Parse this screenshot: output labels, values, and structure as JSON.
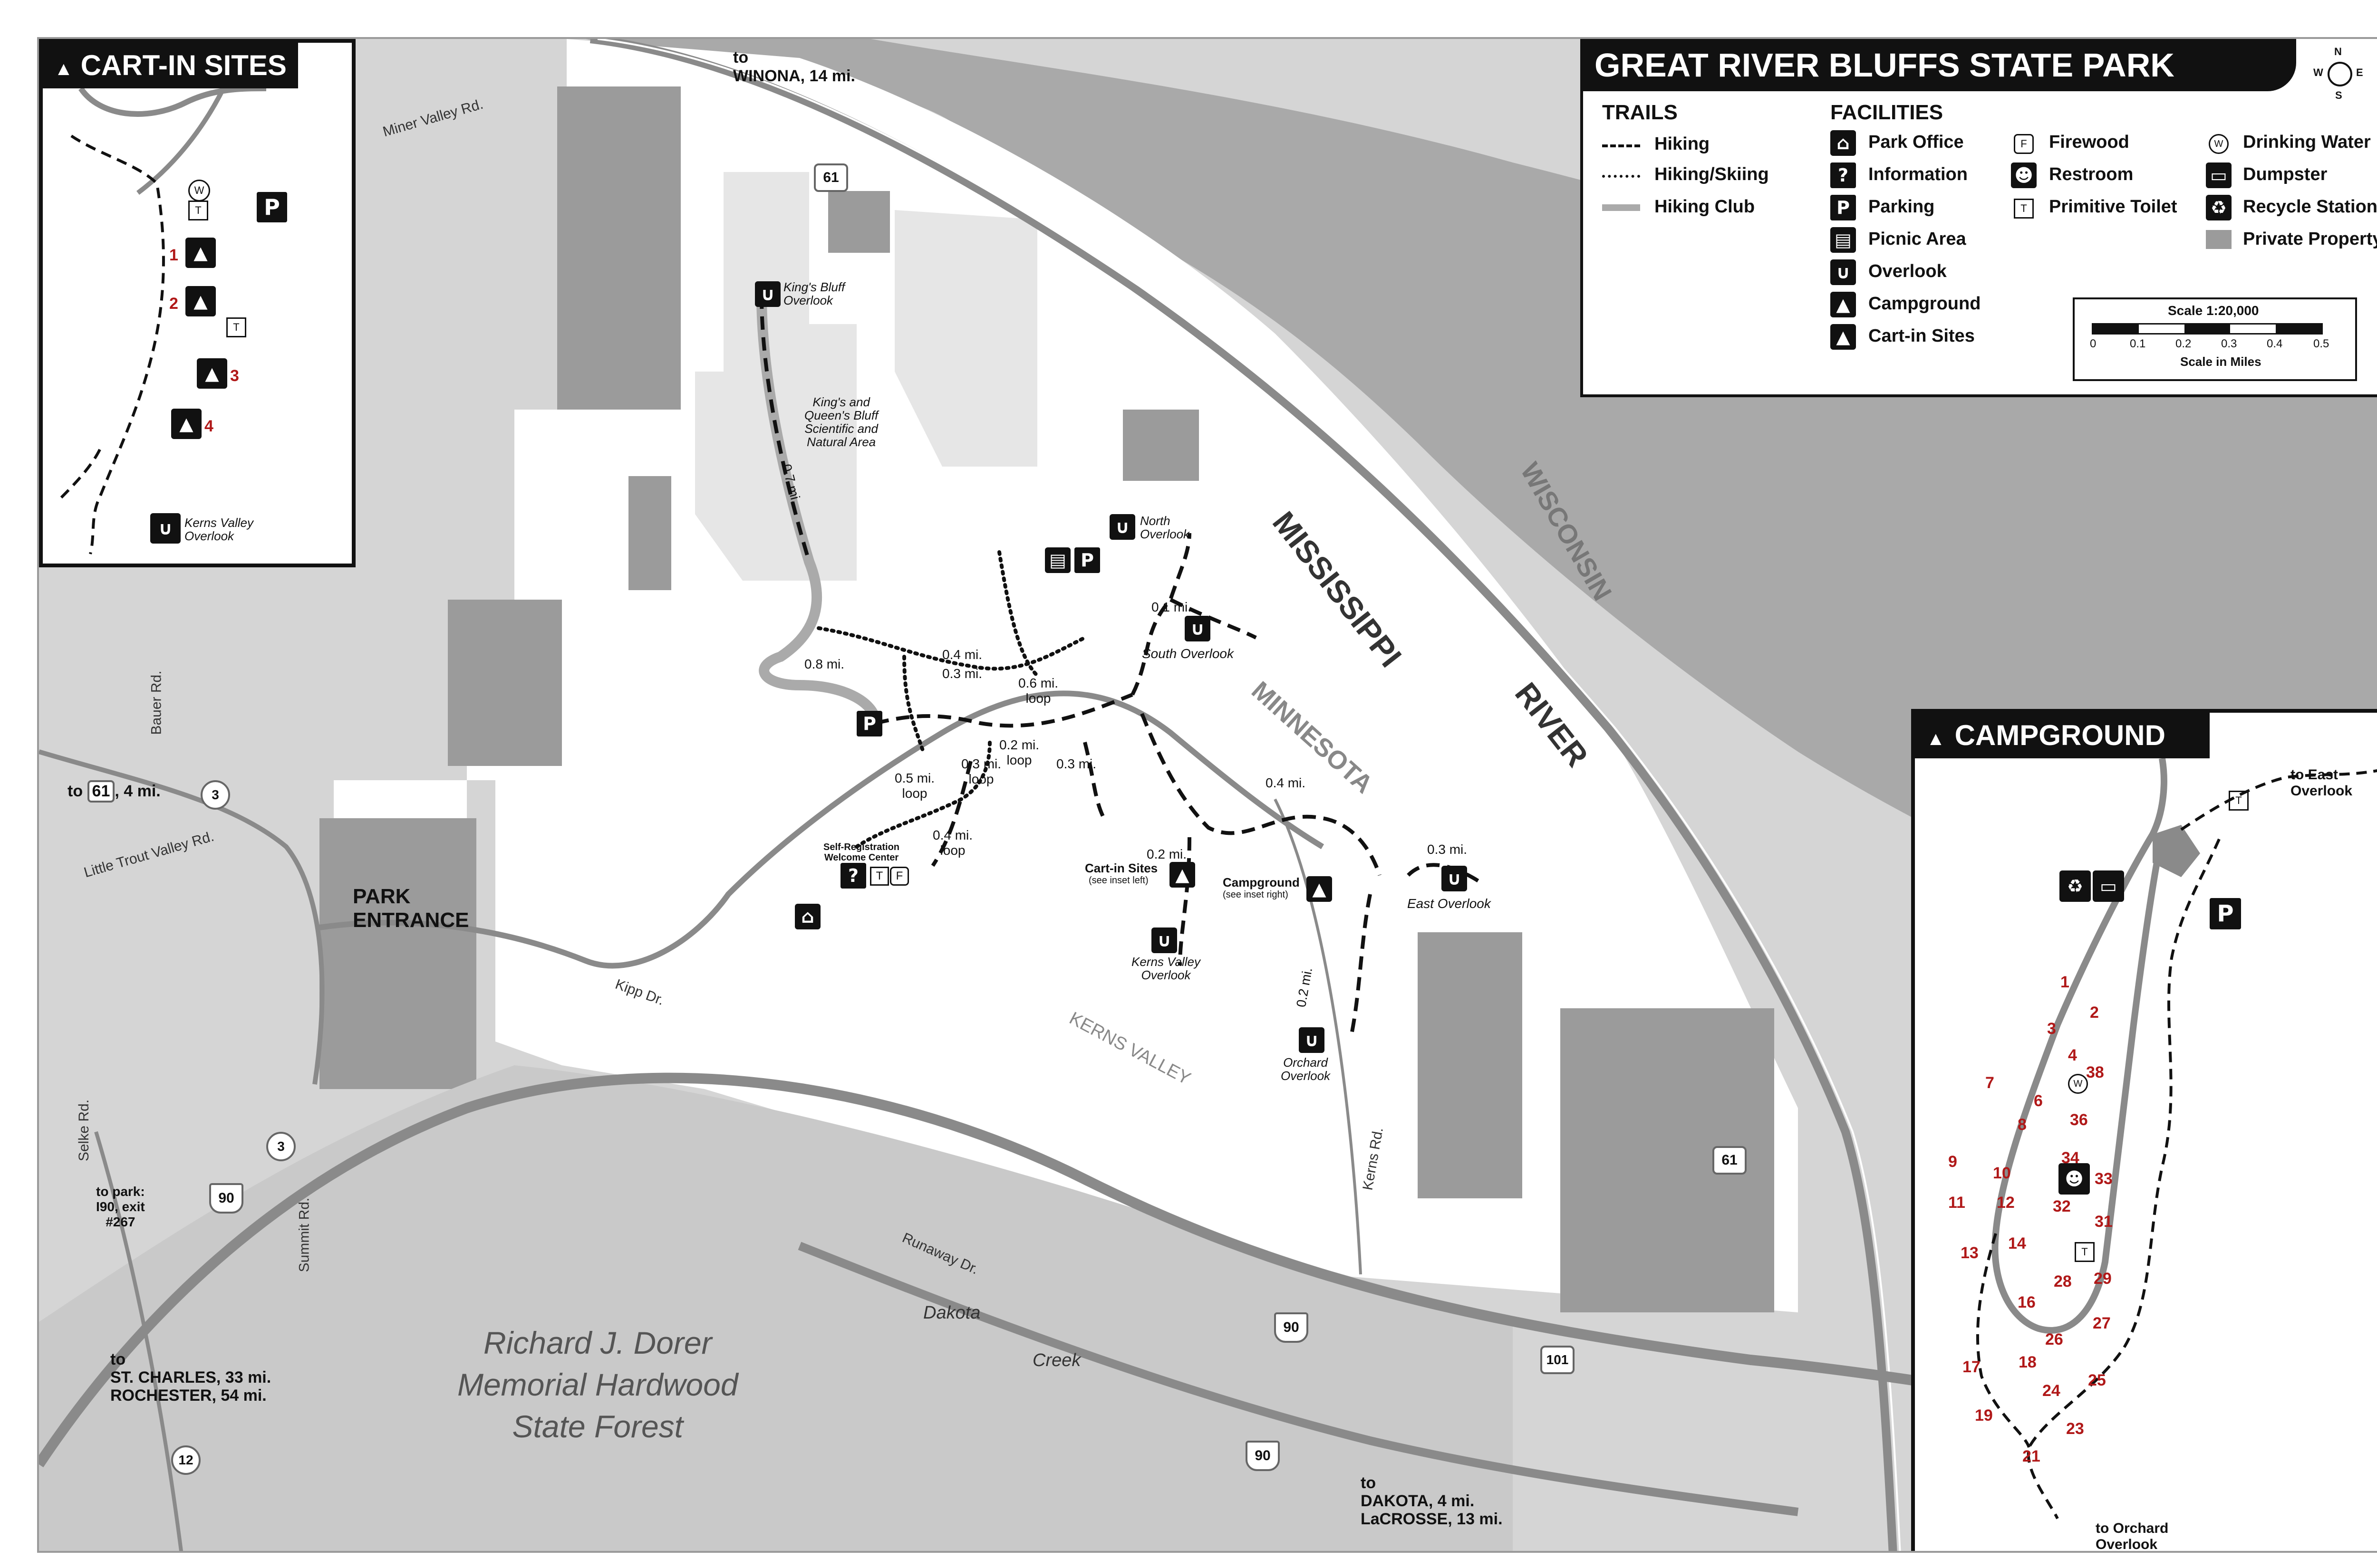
{
  "title": "GREAT RIVER BLUFFS STATE PARK",
  "compass": {
    "n": "N",
    "s": "S",
    "e": "E",
    "w": "W"
  },
  "legend": {
    "trails_heading": "TRAILS",
    "trails": [
      "Hiking",
      "Hiking/Skiing",
      "Hiking Club"
    ],
    "facilities_heading": "FACILITIES",
    "facilities_col1": [
      "Park Office",
      "Information",
      "Parking",
      "Picnic Area",
      "Overlook",
      "Campground",
      "Cart-in Sites"
    ],
    "facilities_col2": [
      "Firewood",
      "Restroom",
      "Primitive Toilet"
    ],
    "facilities_col3": [
      "Drinking Water",
      "Dumpster",
      "Recycle Station",
      "Private Property"
    ],
    "scale_title": "Scale 1:20,000",
    "scale_ticks": [
      "0",
      "0.1",
      "0.2",
      "0.3",
      "0.4",
      "0.5"
    ],
    "scale_unit": "Scale in Miles"
  },
  "icons": {
    "info": "?",
    "parking": "P",
    "toilet": "T",
    "firewood": "F",
    "water": "W"
  },
  "cartin_inset": {
    "title": "CART-IN SITES",
    "sites": [
      "1",
      "2",
      "3",
      "4"
    ],
    "overlook": "Kerns Valley\nOverlook"
  },
  "campground_inset": {
    "title": "CAMPGROUND",
    "to_east": "to East\nOverlook",
    "to_orchard": "to Orchard\nOverlook",
    "sites": [
      "1",
      "2",
      "3",
      "4",
      "6",
      "7",
      "8",
      "9",
      "10",
      "11",
      "12",
      "13",
      "14",
      "16",
      "17",
      "18",
      "19",
      "21",
      "23",
      "24",
      "25",
      "26",
      "27",
      "28",
      "29",
      "31",
      "32",
      "33",
      "34",
      "36",
      "38"
    ]
  },
  "labels": {
    "to_winona": "to\nWINONA, 14 mi.",
    "to_61": "to",
    "to_61_tail": ", 4 mi.",
    "park_entrance": "PARK\nENTRANCE",
    "to_park": "to park:\nI90, exit\n#267",
    "to_stcharles": "to\nST. CHARLES, 33 mi.\nROCHESTER, 54 mi.",
    "to_dakota": "to\nDAKOTA, 4 mi.\nLaCROSSE, 13 mi.",
    "river1": "MISSISSIPPI",
    "river2": "RIVER",
    "wisconsin": "WISCONSIN",
    "minnesota": "MINNESOTA",
    "forest": "Richard J. Dorer\nMemorial Hardwood\nState Forest",
    "kerns_valley": "KERNS VALLEY",
    "kings_bluff": "King's Bluff\nOverlook",
    "sna": "King's and\nQueen's Bluff\nScientific and\nNatural Area",
    "north_overlook": "North\nOverlook",
    "south_overlook": "South Overlook",
    "east_overlook": "East Overlook",
    "kerns_overlook": "Kerns Valley\nOverlook",
    "orchard_overlook": "Orchard\nOverlook",
    "cartin_sites": "Cart-in Sites",
    "see_inset_left": "(see inset left)",
    "campground": "Campground",
    "see_inset_right": "(see inset right)",
    "welcome": "Self-Registration\nWelcome Center",
    "kipp_dr": "Kipp Dr.",
    "kerns_rd": "Kerns Rd.",
    "runaway_dr": "Runaway Dr.",
    "dakota": "Dakota",
    "creek": "Creek",
    "bauer_rd": "Bauer Rd.",
    "little_trout": "Little Trout Valley Rd.",
    "selke_rd": "Selke Rd.",
    "summit_rd": "Summit Rd.",
    "miner_valley_rd": "Miner Valley Rd.",
    "route_61": "61",
    "route_3": "3",
    "route_90": "90",
    "route_101": "101",
    "route_12": "12",
    "dist_07": "0.7 mi.",
    "dist_08": "0.8 mi.",
    "dist_04": "0.4 mi.",
    "dist_03": "0.3 mi.",
    "dist_06loop": "0.6 mi.\nloop",
    "dist_02loop": "0.2 mi.\nloop",
    "dist_03loop": "0.3 mi.\nloop",
    "dist_05loop": "0.5 mi.\nloop",
    "dist_04loop": "0.4 mi.\nloop",
    "dist_02": "0.2 mi.",
    "dist_01": "0.1 mi."
  },
  "colors": {
    "land": "#d5d5d5",
    "park": "#ffffff",
    "river": "#a9a9a9",
    "private": "#9b9b9b",
    "road": "#8a8a8a",
    "ink": "#111111",
    "sitenum": "#b01818"
  }
}
